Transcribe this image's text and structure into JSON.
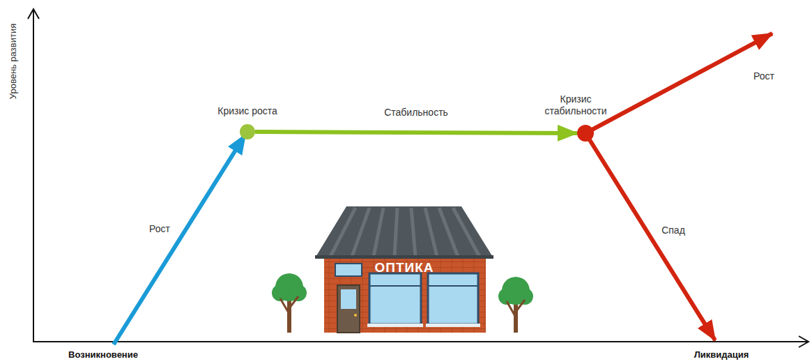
{
  "diagram": {
    "nodes": [
      {
        "text": [
          "Кризис роста"
        ]
      },
      {
        "text": [
          "Кризис стабильности"
        ]
      }
    ],
    "edges": [
      {
        "from": 0,
        "to": 1,
        "label": "Стабильность",
        "arrow": "to"
      }
    ],
    "labels": [
      "Уровень развития",
      "Рост",
      "Рост",
      "Спад",
      "Возникновение",
      "Ликвидация",
      "ОПТИКА"
    ]
  }
}
